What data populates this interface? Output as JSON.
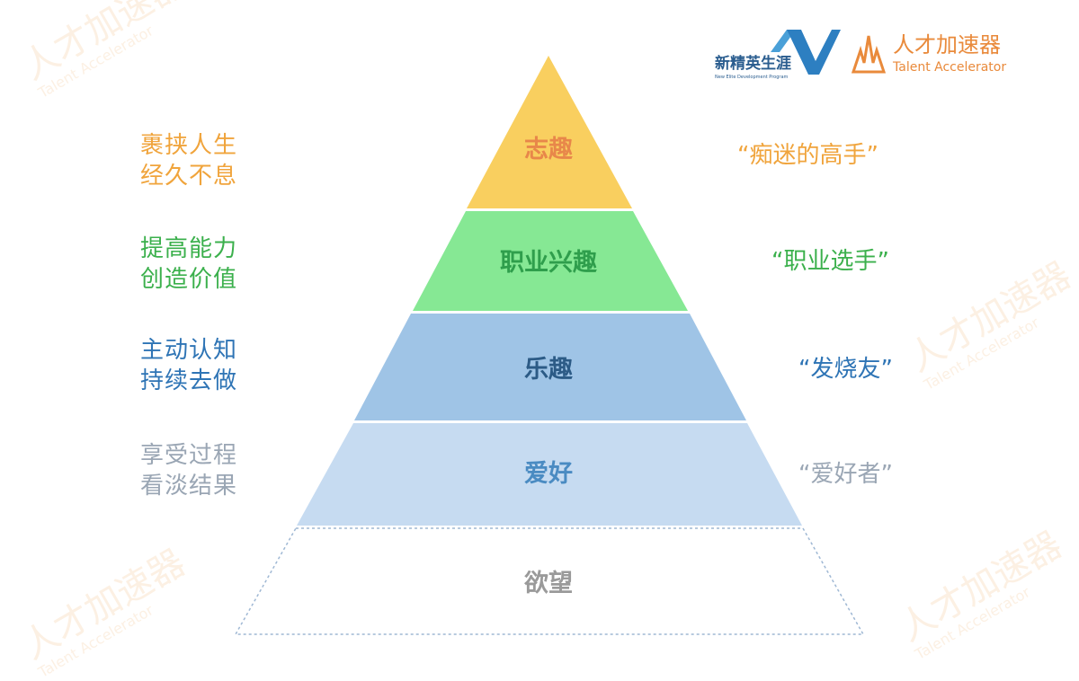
{
  "logos": {
    "left": {
      "cn": "新精英生涯",
      "en": "New Elite Development Program"
    },
    "right": {
      "cn": "人才加速器",
      "en": "Talent Accelerator"
    }
  },
  "levels": [
    {
      "name": "志趣",
      "left": [
        "裹挟人生",
        "经久不息"
      ],
      "right": "“痴迷的高手”",
      "fill": "#f9cf5f",
      "text_color": "#e8874a",
      "side_color": "#f0a43c"
    },
    {
      "name": "职业兴趣",
      "left": [
        "提高能力",
        "创造价值"
      ],
      "right": "“职业选手”",
      "fill": "#86e894",
      "text_color": "#2f9e4c",
      "side_color": "#3bb04c"
    },
    {
      "name": "乐趣",
      "left": [
        "主动认知",
        "持续去做"
      ],
      "right": "“发烧友”",
      "fill": "#9fc4e6",
      "text_color": "#2c5b86",
      "side_color": "#2e74b5"
    },
    {
      "name": "爱好",
      "left": [
        "享受过程",
        "看淡结果"
      ],
      "right": "“爱好者”",
      "fill": "#c6dbf1",
      "text_color": "#4a8bc2",
      "side_color": "#9aa6b4"
    },
    {
      "name": "欲望",
      "fill": "#ffffff",
      "text_color": "#9a9a9a"
    }
  ],
  "watermark": {
    "cn": "人才加速器",
    "en": "Talent Accelerator"
  }
}
